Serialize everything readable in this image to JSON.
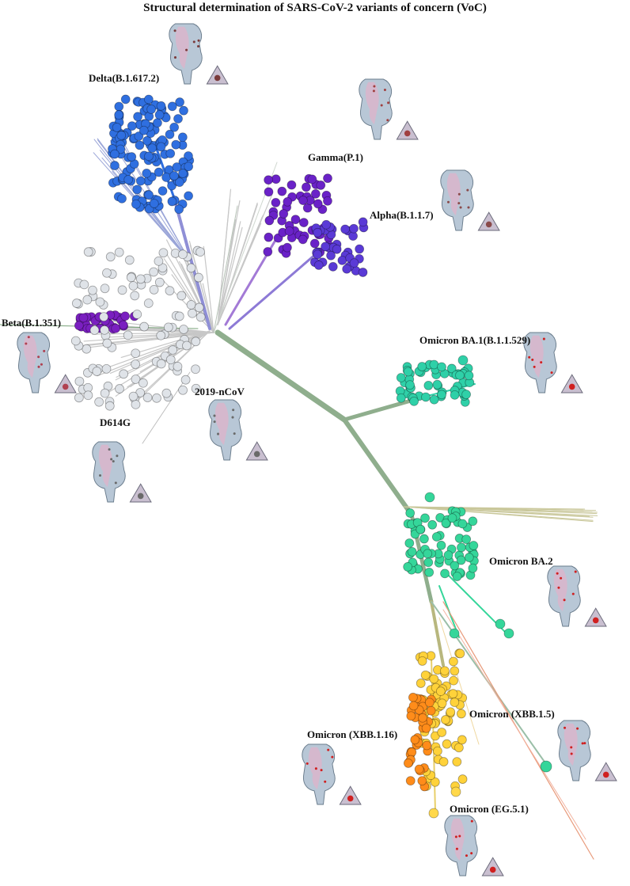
{
  "title": "Structural determination of SARS-CoV-2 variants of concern (VoC)",
  "colors": {
    "trunk": "#8fae8d",
    "gray_clade": "#c7c7c7",
    "delta": "#2f6fe0",
    "gamma": "#6a22c8",
    "alpha": "#5a3ad6",
    "beta": "#7a1fc0",
    "ba1": "#2fd0a8",
    "ba2": "#35d69a",
    "xbb15": "#ffd23a",
    "xbb116": "#ff8c1a",
    "eg51": "#ffd84a",
    "d614g": "#dfe3e8"
  },
  "labels": {
    "delta": "Delta(B.1.617.2)",
    "gamma": "Gamma(P.1)",
    "alpha": "Alpha(B.1.1.7)",
    "beta": "Beta(B.1.351)",
    "d614g": "D614G",
    "ncov": "2019-nCoV",
    "ba1": "Omicron BA.1(B.1.1.529)",
    "ba2": "Omicron BA.2",
    "xbb15": "Omicron (XBB.1.5)",
    "xbb116": "Omicron (XBB.1.16)",
    "eg51": "Omicron (EG.5.1)"
  },
  "structures": {
    "icon": "spike-protein-structure-icon"
  }
}
